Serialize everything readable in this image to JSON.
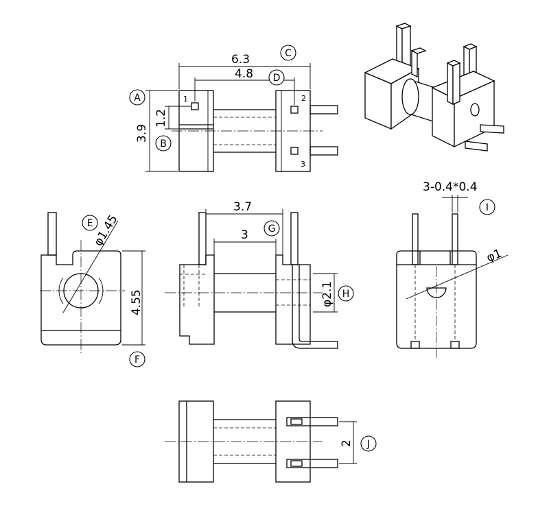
{
  "dimensions": {
    "width_total": "6.3",
    "inner_span": "4.8",
    "height_total": "3.9",
    "pin_offset": "1.2",
    "hole_diameter": "φ1.45",
    "body_height": "4.55",
    "outer_span": "3.7",
    "inner_gap": "3",
    "core_diameter": "φ2.1",
    "pin_spec": "3-0.4*0.4",
    "slot_diameter": "φ1",
    "pin_pitch": "2"
  },
  "balloons": [
    "A",
    "B",
    "C",
    "D",
    "E",
    "F",
    "G",
    "H",
    "I",
    "J"
  ],
  "pins": [
    "1",
    "2",
    "3"
  ]
}
